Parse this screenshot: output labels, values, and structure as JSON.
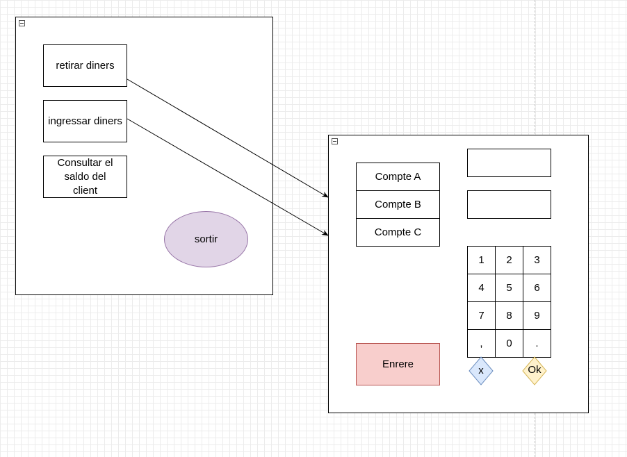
{
  "menu_screen": {
    "buttons": [
      {
        "label": "retirar diners"
      },
      {
        "label": "ingressar diners"
      },
      {
        "label": "Consultar el saldo del client"
      }
    ],
    "exit_label": "sortir"
  },
  "account_screen": {
    "accounts": [
      {
        "label": "Compte A"
      },
      {
        "label": "Compte B"
      },
      {
        "label": "Compte C"
      }
    ],
    "display_fields": [
      {
        "value": ""
      },
      {
        "value": ""
      }
    ],
    "keypad": {
      "keys": [
        "1",
        "2",
        "3",
        "4",
        "5",
        "6",
        "7",
        "8",
        "9",
        ",",
        "0",
        "."
      ]
    },
    "cancel_label": "x",
    "ok_label": "Ok",
    "back_label": "Enrere"
  },
  "colors": {
    "exit_fill": "#e1d5e7",
    "exit_stroke": "#9673a6",
    "back_fill": "#f8cecc",
    "back_stroke": "#b85450",
    "cancel_fill": "#dae8fc",
    "cancel_stroke": "#6c8ebf",
    "ok_fill": "#fff2cc",
    "ok_stroke": "#d6b656"
  }
}
